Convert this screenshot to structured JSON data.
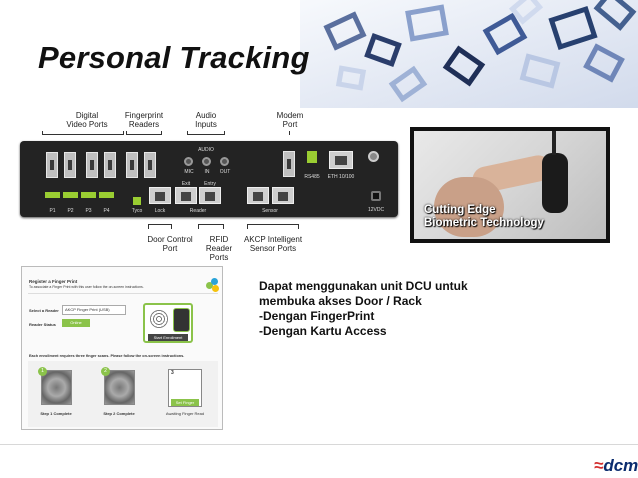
{
  "slide": {
    "title": "Personal Tracking",
    "colors": {
      "accent_green": "#9acd32",
      "logo_blue": "#0b2c6e",
      "logo_red": "#d32f2f"
    }
  },
  "device": {
    "top_labels": {
      "digital_video": "Digital\nVideo Ports",
      "fingerprint": "Fingerprint\nReaders",
      "audio": "Audio\nInputs",
      "modem": "Modem\nPort"
    },
    "panel_text": {
      "audio": "AUDIO",
      "mic": "MIC",
      "in": "IN",
      "out": "OUT",
      "rs485": "RS485",
      "eth": "ETH 10/100",
      "p1": "P1",
      "p2": "P2",
      "p3": "P3",
      "p4": "P4",
      "tyco": "Tyco",
      "lock": "Lock",
      "exit": "Exit",
      "entry": "Entry",
      "reader": "Reader",
      "sensor": "Sensor",
      "vdc": "12VDC"
    },
    "bottom_labels": {
      "door": "Door Control\nPort",
      "rfid": "RFID Reader\nPorts",
      "akcp": "AKCP Intelligent\nSensor Ports"
    }
  },
  "photo": {
    "caption_line1": "Cutting Edge",
    "caption_line2": "Biometric Technology"
  },
  "enroll": {
    "title": "Register a Finger Print",
    "subtitle": "To associate a Finger Print with this user follow the on-screen instructions.",
    "select_reader_label": "Select a Reader",
    "reader_value": "AKCP Finger Print (USB)",
    "reader_status_label": "Reader Status",
    "reader_status_value": "Online",
    "start_button": "Start Enrollment",
    "instructions": "Each enrollment requires three finger scans. Please follow the on-screen instructions.",
    "steps": [
      {
        "num": "1",
        "label": "Step 1 Complete"
      },
      {
        "num": "2",
        "label": "Step 2 Complete"
      },
      {
        "num": "3",
        "label": "Awaiting Finger Read",
        "button": "Set Finger"
      }
    ]
  },
  "body": {
    "lines": [
      "Dapat menggunakan unit DCU untuk",
      "membuka akses Door / Rack",
      "-Dengan FingerPrint",
      "-Dengan Kartu Access"
    ]
  },
  "footer": {
    "logo_mark": "≈",
    "logo_text": "dcm"
  }
}
